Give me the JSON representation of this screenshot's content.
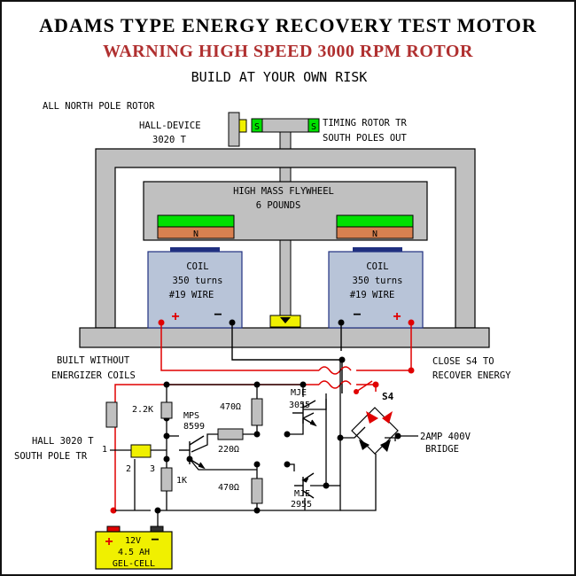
{
  "title": "ADAMS TYPE ENERGY RECOVERY TEST MOTOR",
  "warning": "WARNING HIGH SPEED 3000 RPM ROTOR",
  "risk": "BUILD AT YOUR OWN RISK",
  "rotor_label": "ALL NORTH POLE ROTOR",
  "hall_device": {
    "line1": "HALL-DEVICE",
    "line2": "3020 T"
  },
  "timing_rotor": {
    "line1": "TIMING ROTOR  TR",
    "line2": "SOUTH POLES OUT",
    "pole": "S"
  },
  "flywheel": {
    "line1": "HIGH MASS FLYWHEEL",
    "line2": "6 POUNDS"
  },
  "magnet_pole": "N",
  "coil": {
    "line1": "COIL",
    "line2": "350 turns",
    "line3": "#19 WIRE"
  },
  "plus": "+",
  "minus": "−",
  "built_without": {
    "line1": "BUILT WITHOUT",
    "line2": "ENERGIZER COILS"
  },
  "close_s4": {
    "line1": "CLOSE S4 TO",
    "line2": "RECOVER ENERGY"
  },
  "switch_label": "S4",
  "bridge": {
    "line1": "2AMP 400V",
    "line2": "BRIDGE"
  },
  "hall_ref": {
    "line1": "HALL 3020 T",
    "line2": "SOUTH POLE TR",
    "pin1": "1",
    "pin2": "2",
    "pin3": "3"
  },
  "resistors": {
    "r_2k2": "2.2K",
    "r_470_top": "470Ω",
    "r_220": "220Ω",
    "r_1k": "1K",
    "r_470_bot": "470Ω"
  },
  "mps": {
    "line1": "MPS",
    "line2": "8599"
  },
  "mje_top": {
    "line1": "MJE",
    "line2": "3055"
  },
  "mje_bot": {
    "line1": "MJE",
    "line2": "2955"
  },
  "battery": {
    "plus": "+",
    "voltage": "12V",
    "minus": "−",
    "capacity": "4.5 AH",
    "type": "GEL-CELL"
  },
  "colors": {
    "frame": "#c0c0c0",
    "green": "#00e000",
    "orange": "#d88050",
    "coil": "#b8c4d8",
    "yellow": "#f0f000",
    "red": "#e00000",
    "title": "#000000",
    "warning": "#b03030"
  }
}
